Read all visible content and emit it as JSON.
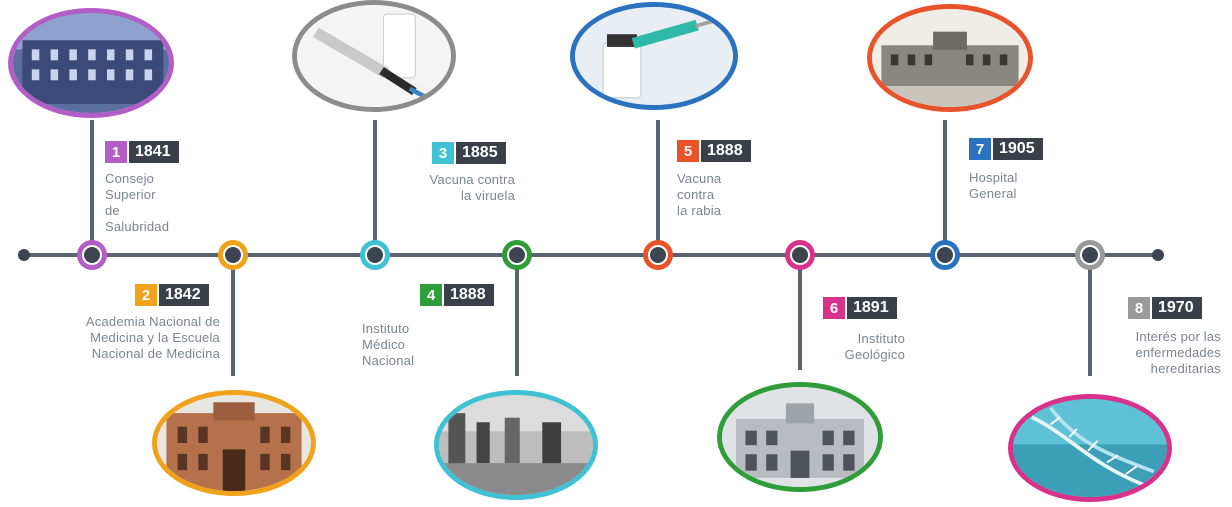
{
  "events": [
    {
      "num": "1",
      "year": "1841",
      "line1": "Consejo Superior",
      "line2": "de Salubridad",
      "line3": "",
      "color": "#b35ec7",
      "image": "building-photo"
    },
    {
      "num": "2",
      "year": "1842",
      "line1": "Academia Nacional de",
      "line2": "Medicina y la Escuela",
      "line3": "Nacional de Medicina",
      "color": "#f0a21a",
      "image": "building-photo"
    },
    {
      "num": "3",
      "year": "1885",
      "line1": "Vacuna contra",
      "line2": "la viruela",
      "line3": "",
      "color": "#3ec2d4",
      "image": "syringe-photo"
    },
    {
      "num": "4",
      "year": "1888",
      "line1": "Instituto Médico",
      "line2": "Nacional",
      "line3": "",
      "color": "#2e9d3a",
      "image": "laboratory-photo"
    },
    {
      "num": "5",
      "year": "1888",
      "line1": "Vacuna contra",
      "line2": "la rabia",
      "line3": "",
      "color": "#e8532a",
      "image": "vaccine-vial-photo"
    },
    {
      "num": "6",
      "year": "1891",
      "line1": "Instituto",
      "line2": "Geológico",
      "line3": "",
      "color": "#d9328a",
      "image": "building-photo"
    },
    {
      "num": "7",
      "year": "1905",
      "line1": "Hospital",
      "line2": "General",
      "line3": "",
      "color": "#2a72c0",
      "image": "hospital-photo"
    },
    {
      "num": "8",
      "year": "1970",
      "line1": "Interés por las",
      "line2": "enfermedades",
      "line3": "hereditarias",
      "color": "#9a9a9a",
      "image": "dna-photo"
    }
  ],
  "colors": {
    "line": "#5b636e",
    "node_center": "#3d4650"
  }
}
